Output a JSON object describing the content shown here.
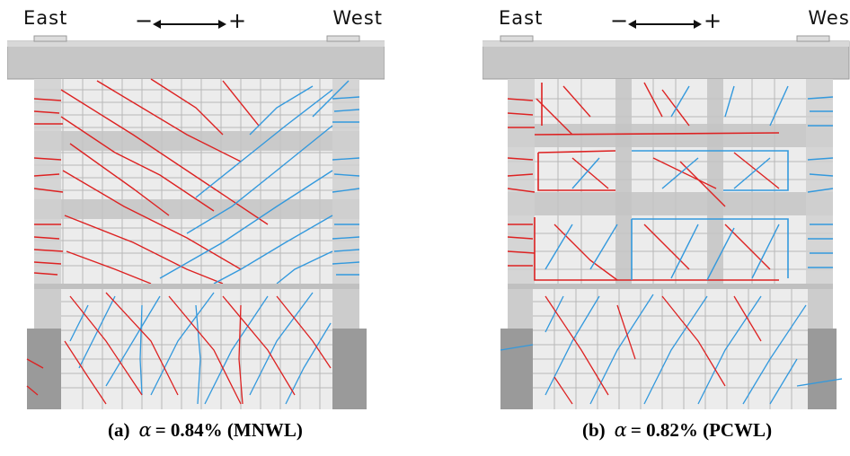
{
  "panels": [
    {
      "east_label": "East",
      "west_label": "West",
      "direction": {
        "minus": "−",
        "plus": "+"
      },
      "caption": {
        "tag": "(a)",
        "symbol": "α",
        "text": "= 0.84% (MNWL)"
      }
    },
    {
      "east_label": "East",
      "west_label": "West",
      "direction": {
        "minus": "−",
        "plus": "+"
      },
      "caption": {
        "tag": "(b)",
        "symbol": "α",
        "text": "= 0.82% (PCWL)"
      }
    }
  ],
  "colors": {
    "positive_crack": "#3399dd",
    "negative_crack": "#dd2222",
    "concrete": "#c8c8c8",
    "wall_panel": "#ececec",
    "grid": "#b8b8b8"
  }
}
